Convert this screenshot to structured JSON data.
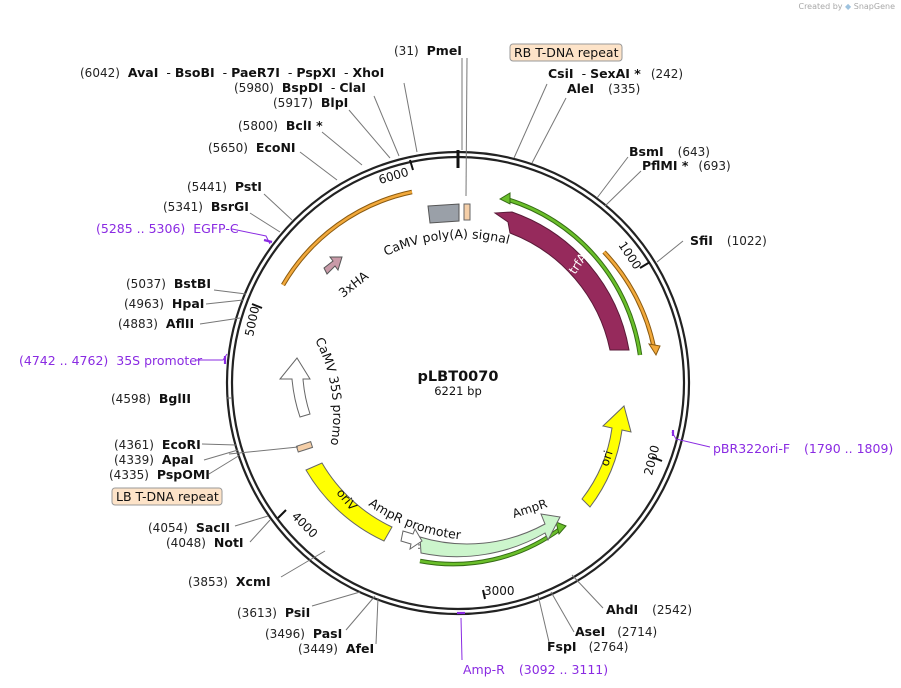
{
  "created_by": "Created by",
  "brand": "SnapGene",
  "plasmid": {
    "name": "pLBT0070",
    "length": "6221 bp"
  },
  "ticks": [
    "1000",
    "2000",
    "3000",
    "4000",
    "5000",
    "6000"
  ],
  "enzymes": {
    "pmei": {
      "pos": "(31)",
      "name": "PmeI"
    },
    "aval_group": {
      "pos": "(6042)",
      "names": [
        "AvaI",
        "BsoBI",
        "PaeR7I",
        "PspXI",
        "XhoI"
      ]
    },
    "bspdi_group": {
      "pos": "(5980)",
      "names": [
        "BspDI",
        "ClaI"
      ]
    },
    "blpi": {
      "pos": "(5917)",
      "name": "BlpI"
    },
    "bcli": {
      "pos": "(5800)",
      "name": "BclI *"
    },
    "econi": {
      "pos": "(5650)",
      "name": "EcoNI"
    },
    "psti": {
      "pos": "(5441)",
      "name": "PstI"
    },
    "bsrgi": {
      "pos": "(5341)",
      "name": "BsrGI"
    },
    "bstbi": {
      "pos": "(5037)",
      "name": "BstBI"
    },
    "hpai": {
      "pos": "(4963)",
      "name": "HpaI"
    },
    "aflii": {
      "pos": "(4883)",
      "name": "AflII"
    },
    "bglii": {
      "pos": "(4598)",
      "name": "BglII"
    },
    "ecori": {
      "pos": "(4361)",
      "name": "EcoRI"
    },
    "apai": {
      "pos": "(4339)",
      "name": "ApaI"
    },
    "pspomi": {
      "pos": "(4335)",
      "name": "PspOMI"
    },
    "sacii": {
      "pos": "(4054)",
      "name": "SacII"
    },
    "noti": {
      "pos": "(4048)",
      "name": "NotI"
    },
    "xcmi": {
      "pos": "(3853)",
      "name": "XcmI"
    },
    "psii": {
      "pos": "(3613)",
      "name": "PsiI"
    },
    "pasi": {
      "pos": "(3496)",
      "name": "PasI"
    },
    "afei": {
      "pos": "(3449)",
      "name": "AfeI"
    },
    "csii_group": {
      "names": [
        "CsiI",
        "SexAI *"
      ],
      "pos": "(242)"
    },
    "alei": {
      "name": "AleI",
      "pos": "(335)"
    },
    "bsmi": {
      "name": "BsmI",
      "pos": "(643)"
    },
    "pflmi": {
      "name": "PflMI *",
      "pos": "(693)"
    },
    "sfii": {
      "name": "SfiI",
      "pos": "(1022)"
    },
    "ahdi": {
      "name": "AhdI",
      "pos": "(2542)"
    },
    "asei": {
      "name": "AseI",
      "pos": "(2714)"
    },
    "fspi": {
      "name": "FspI",
      "pos": "(2764)"
    }
  },
  "primers": {
    "egfp_c": {
      "range": "(5285 .. 5306)",
      "name": "EGFP-C"
    },
    "p35s": {
      "range": "(4742 .. 4762)",
      "name": "35S promoter"
    },
    "pbr322": {
      "name": "pBR322ori-F",
      "range": "(1790 .. 1809)"
    },
    "ampr": {
      "name": "Amp-R",
      "range": "(3092 .. 3111)"
    }
  },
  "boxed_labels": {
    "rb": "RB T-DNA repeat",
    "lb": "LB T-DNA repeat"
  },
  "features": {
    "trfa": "trfA",
    "ori": "ori",
    "ampr": "AmpR",
    "ampr_promoter": "AmpR promoter",
    "oriv": "oriV",
    "camv35s": "CaMV 35S promoter",
    "polya": "CaMV poly(A) signal",
    "xha": "3xHA"
  },
  "colors": {
    "trfa": "#962a5c",
    "ori": "#ffff00",
    "ampr": "#ccf5cc",
    "oriv": "#ffff00",
    "xha": "#c99aa8",
    "polya": "#9aa0a8",
    "orange_strand": "#f2a93b",
    "green_strand": "#6abf2a",
    "primer": "#8a2be2"
  }
}
